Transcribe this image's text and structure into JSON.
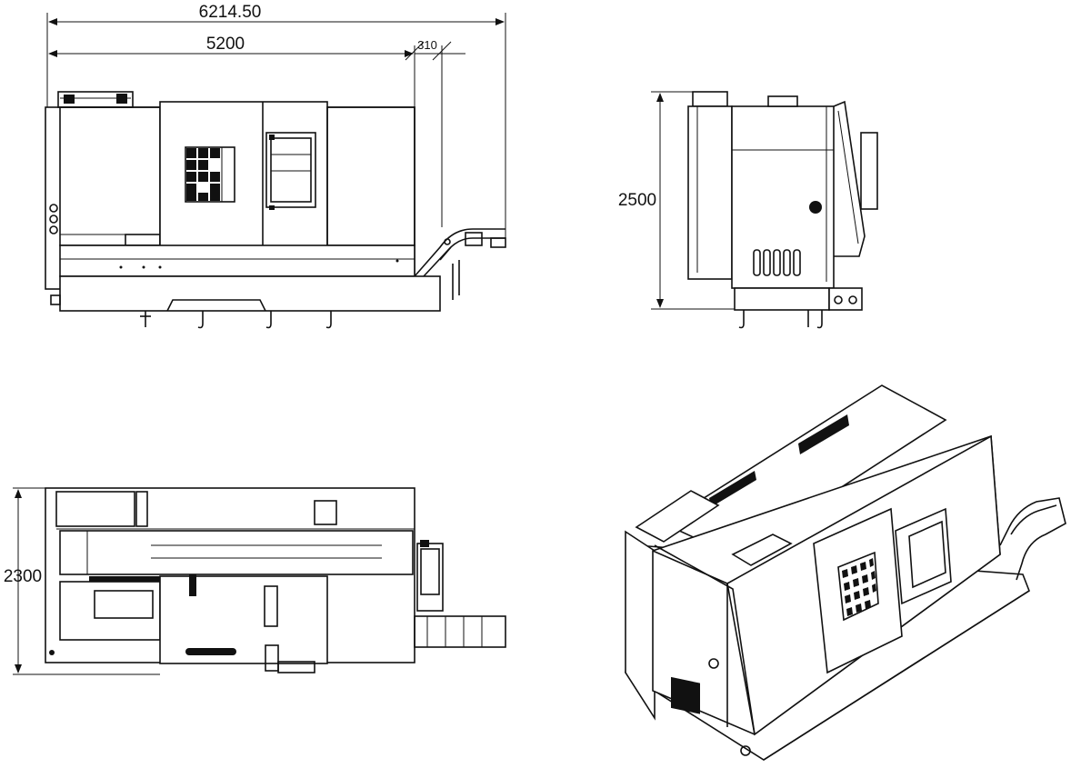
{
  "dimensions": {
    "front_overall_length": "6214.50",
    "front_machine_length": "5200",
    "front_small_offset": "310",
    "side_height": "2500",
    "top_depth": "2300"
  },
  "views": [
    "front-view",
    "side-view",
    "top-view",
    "isometric-view"
  ]
}
